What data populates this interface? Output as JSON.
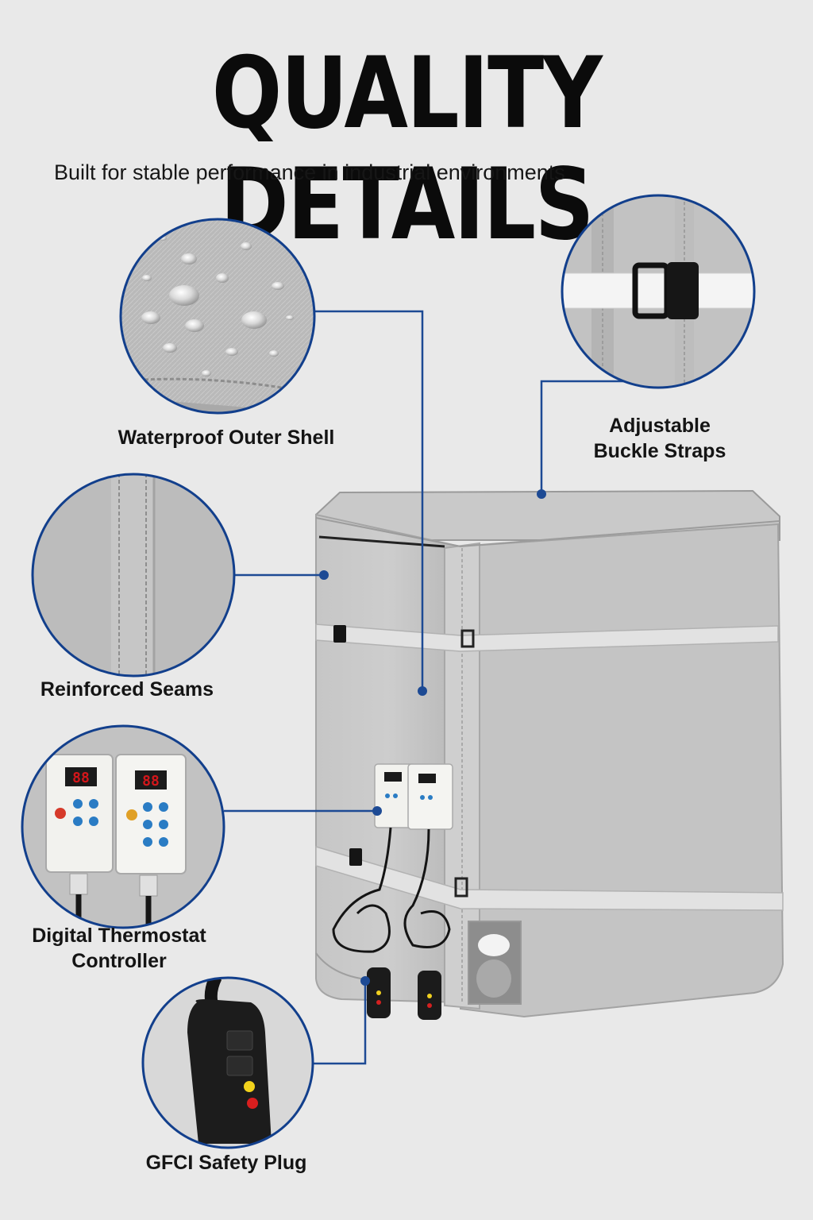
{
  "header": {
    "title": "QUALITY DETAILS",
    "subtitle": "Built for stable performance in industrial environments"
  },
  "callouts": {
    "waterproof": {
      "label": "Waterproof Outer Shell"
    },
    "straps": {
      "line1": "Adjustable",
      "line2": "Buckle Straps"
    },
    "seams": {
      "label": "Reinforced Seams"
    },
    "thermostat": {
      "line1": "Digital Thermostat",
      "line2": "Controller"
    },
    "gfci": {
      "label": "GFCI Safety Plug"
    }
  },
  "colors": {
    "background": "#e9e9e9",
    "ring": "#123f8c",
    "leader_line": "#1d4a94",
    "cover_fabric": "#c3c3c3",
    "strap": "#dedede",
    "controller_body": "#f2f2ee",
    "display": "#d4161a",
    "button": "#2a7cc4"
  },
  "controller": {
    "display_value": "88"
  }
}
